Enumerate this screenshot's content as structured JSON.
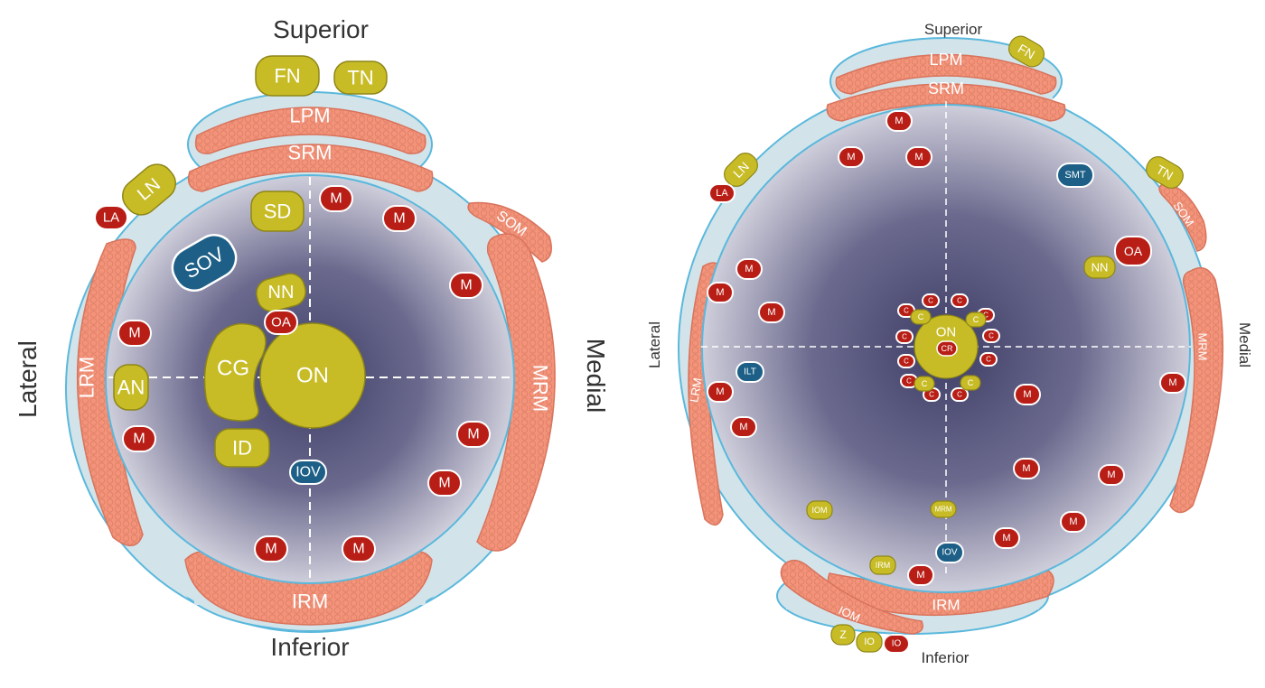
{
  "left_diagram": {
    "directions": {
      "superior": "Superior",
      "inferior": "Inferior",
      "lateral": "Lateral",
      "medial": "Medial"
    },
    "muscles": {
      "lpm": "LPM",
      "srm": "SRM",
      "som": "SOM",
      "mrm": "MRM",
      "lrm": "LRM",
      "irm": "IRM"
    },
    "nerves": {
      "fn": "FN",
      "tn": "TN",
      "ln": "LN",
      "sd": "SD",
      "nn": "NN",
      "cg": "CG",
      "on": "ON",
      "an": "AN",
      "id": "ID"
    },
    "vessels": {
      "la": "LA",
      "sov": "SOV",
      "oa": "OA",
      "iov": "IOV",
      "m": "M"
    }
  },
  "right_diagram": {
    "directions": {
      "superior": "Superior",
      "inferior": "Inferior",
      "lateral": "Lateral",
      "medial": "Medial"
    },
    "muscles": {
      "lpm": "LPM",
      "srm": "SRM",
      "som": "SOM",
      "mrm": "MRM",
      "lrm": "LRM",
      "irm": "IRM",
      "iom": "IOM"
    },
    "nerves": {
      "fn": "FN",
      "tn": "TN",
      "ln": "LN",
      "nn": "NN",
      "on": "ON",
      "iom": "IOM",
      "mrm": "MRM",
      "irm": "IRM",
      "z": "Z",
      "io": "IO",
      "c": "C"
    },
    "vessels": {
      "la": "LA",
      "smt": "SMT",
      "oa": "OA",
      "ilt": "ILT",
      "iov": "IOV",
      "io": "IO",
      "cr": "CR",
      "m": "M",
      "c": "C"
    }
  },
  "colors": {
    "muscle": "#f2937a",
    "muscle_stroke": "#d9735c",
    "nerve": "#c8bc26",
    "vein": "#1d5f86",
    "artery": "#b81e16",
    "outline": "#5ab8dc",
    "sheath": "#d2e4ea",
    "inner_dark": "#3e3d66",
    "inner_light": "#c9c8d6"
  }
}
